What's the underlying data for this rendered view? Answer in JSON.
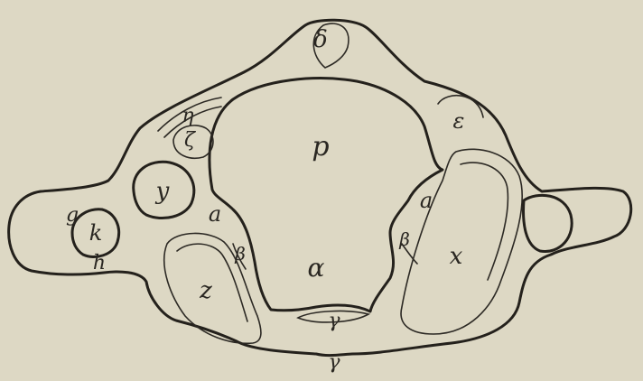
{
  "figure": {
    "background": "#ddd8c4",
    "ink": "#24211c",
    "labels": {
      "delta": "δ",
      "epsilon": "ε",
      "eta": "η",
      "zeta": "ζ",
      "p": "p",
      "y": "y",
      "a_left": "a",
      "a_right": "a",
      "g": "g",
      "k": "k",
      "h": "h",
      "beta_left": "β",
      "beta_right": "β",
      "alpha": "α",
      "x": "x",
      "z": "z",
      "gamma_inner": "γ",
      "gamma_outer": "γ"
    }
  }
}
